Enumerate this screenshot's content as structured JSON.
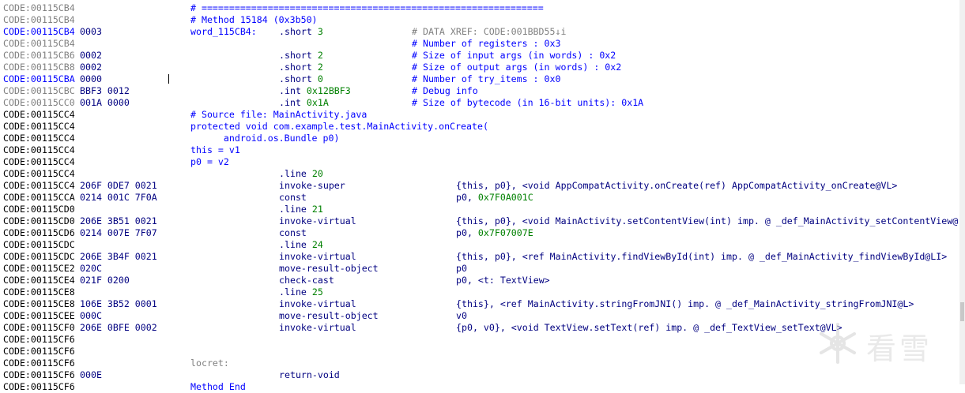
{
  "watermark": {
    "text": "看雪"
  },
  "lines": [
    {
      "addr": "CODE:00115CB4",
      "addr_style": "gray",
      "asm": "# ==============================================================",
      "asm_color": "blue"
    },
    {
      "addr": "CODE:00115CB4",
      "addr_style": "gray",
      "asm": "# Method 15184 (0x3b50)",
      "asm_color": "blue"
    },
    {
      "addr": "CODE:00115CB4",
      "addr_style": "blue",
      "bytes": "0003",
      "asm": "word_115CB4:",
      "op": ".short",
      "opnum": "3",
      "cmt": "# DATA XREF: CODE:001BBD55↓i",
      "cmt_color": "gray"
    },
    {
      "addr": "CODE:00115CB4",
      "addr_style": "gray",
      "cmt": "# Number of registers : 0x3",
      "cmt_color": "blue"
    },
    {
      "addr": "CODE:00115CB6",
      "addr_style": "gray",
      "bytes": "0002",
      "op": ".short",
      "opnum": "2",
      "cmt": "# Size of input args (in words) : 0x2",
      "cmt_color": "blue"
    },
    {
      "addr": "CODE:00115CB8",
      "addr_style": "gray",
      "bytes": "0002",
      "op": ".short",
      "opnum": "2",
      "cmt": "# Size of output args (in words) : 0x2",
      "cmt_color": "blue"
    },
    {
      "addr": "CODE:00115CBA",
      "addr_style": "blue",
      "bytes": "0000",
      "op": ".short",
      "opnum": "0",
      "cmt": "# Number of try_items : 0x0",
      "cmt_color": "blue"
    },
    {
      "addr": "CODE:00115CBC",
      "addr_style": "gray",
      "bytes": "BBF3 0012",
      "op": ".int",
      "opnum": "0x12BBF3",
      "cmt": "# Debug info",
      "cmt_color": "blue"
    },
    {
      "addr": "CODE:00115CC0",
      "addr_style": "gray",
      "bytes": "001A 0000",
      "op": ".int",
      "opnum": "0x1A",
      "cmt": "# Size of bytecode (in 16-bit units): 0x1A",
      "cmt_color": "blue"
    },
    {
      "addr": "CODE:00115CC4",
      "addr_style": "black",
      "asm": "# Source file: MainActivity.java",
      "asm_color": "blue"
    },
    {
      "addr": "CODE:00115CC4",
      "addr_style": "black",
      "asm": "protected void com.example.test.MainActivity.onCreate(",
      "asm_color": "blue"
    },
    {
      "addr": "CODE:00115CC4",
      "addr_style": "black",
      "asm": "      android.os.Bundle p0)",
      "asm_color": "blue"
    },
    {
      "addr": "CODE:00115CC4",
      "addr_style": "black",
      "asm": "this = v1",
      "asm_color": "blue"
    },
    {
      "addr": "CODE:00115CC4",
      "addr_style": "black",
      "asm": "p0 = v2",
      "asm_color": "blue"
    },
    {
      "addr": "CODE:00115CC4",
      "addr_style": "black",
      "op": ".line",
      "opnum": "20"
    },
    {
      "addr": "CODE:00115CC4",
      "addr_style": "black",
      "bytes": "206F 0DE7 0021",
      "op": "invoke-super",
      "opd": "{this, p0}, <void AppCompatActivity.onCreate(ref) AppCompatActivity_onCreate@VL>"
    },
    {
      "addr": "CODE:00115CCA",
      "addr_style": "black",
      "bytes": "0214 001C 7F0A",
      "op": "const",
      "opd": "p0, ",
      "opdnum": "0x7F0A001C"
    },
    {
      "addr": "CODE:00115CD0",
      "addr_style": "black",
      "op": ".line",
      "opnum": "21"
    },
    {
      "addr": "CODE:00115CD0",
      "addr_style": "black",
      "bytes": "206E 3B51 0021",
      "op": "invoke-virtual",
      "opd": "{this, p0}, <void MainActivity.setContentView(int) imp. @ _def_MainActivity_setContentView@"
    },
    {
      "addr": "CODE:00115CD6",
      "addr_style": "black",
      "bytes": "0214 007E 7F07",
      "op": "const",
      "opd": "p0, ",
      "opdnum": "0x7F07007E"
    },
    {
      "addr": "CODE:00115CDC",
      "addr_style": "black",
      "op": ".line",
      "opnum": "24"
    },
    {
      "addr": "CODE:00115CDC",
      "addr_style": "black",
      "bytes": "206E 3B4F 0021",
      "op": "invoke-virtual",
      "opd": "{this, p0}, <ref MainActivity.findViewById(int) imp. @ _def_MainActivity_findViewById@LI>"
    },
    {
      "addr": "CODE:00115CE2",
      "addr_style": "black",
      "bytes": "020C",
      "op": "move-result-object",
      "opd": "p0"
    },
    {
      "addr": "CODE:00115CE4",
      "addr_style": "black",
      "bytes": "021F 0200",
      "op": "check-cast",
      "opd": "p0, <t: TextView>"
    },
    {
      "addr": "CODE:00115CE8",
      "addr_style": "black",
      "op": ".line",
      "opnum": "25"
    },
    {
      "addr": "CODE:00115CE8",
      "addr_style": "black",
      "bytes": "106E 3B52 0001",
      "op": "invoke-virtual",
      "opd": "{this}, <ref MainActivity.stringFromJNI() imp. @ _def_MainActivity_stringFromJNI@L>"
    },
    {
      "addr": "CODE:00115CEE",
      "addr_style": "black",
      "bytes": "000C",
      "op": "move-result-object",
      "opd": "v0"
    },
    {
      "addr": "CODE:00115CF0",
      "addr_style": "black",
      "bytes": "206E 0BFE 0002",
      "op": "invoke-virtual",
      "opd": "{p0, v0}, <void TextView.setText(ref) imp. @ _def_TextView_setText@VL>"
    },
    {
      "addr": "CODE:00115CF6",
      "addr_style": "black"
    },
    {
      "addr": "CODE:00115CF6",
      "addr_style": "black"
    },
    {
      "addr": "CODE:00115CF6",
      "addr_style": "black",
      "label": "locret:"
    },
    {
      "addr": "CODE:00115CF6",
      "addr_style": "black",
      "bytes": "000E",
      "op": "return-void"
    },
    {
      "addr": "CODE:00115CF6",
      "addr_style": "black",
      "asm": "Method End",
      "asm_color": "blue"
    }
  ]
}
